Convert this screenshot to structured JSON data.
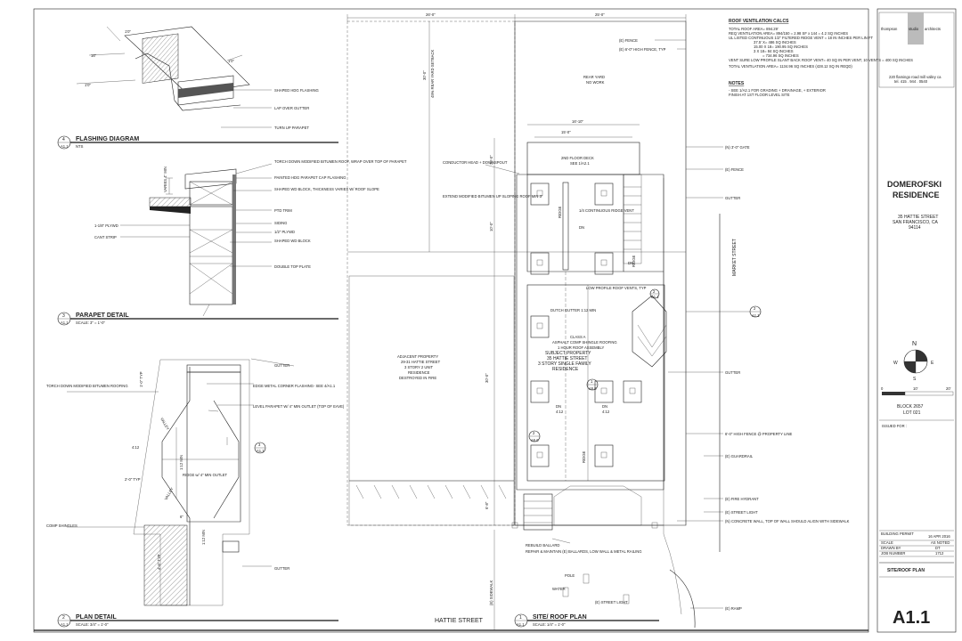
{
  "details": {
    "flashing": {
      "num": "4",
      "ref": "A1.1",
      "title": "FLASHING DIAGRAM",
      "scale": "NTS",
      "callouts": [
        "SHAPED HDG FLASHING",
        "LAP OVER GUTTER",
        "TURN UP PARAPET"
      ],
      "dims": [
        "1'0\"",
        "16\"",
        "1'0\"",
        "1'0\""
      ]
    },
    "parapet": {
      "num": "3",
      "ref": "A1.1",
      "title": "PARAPET DETAIL",
      "scale": "SCALE: 3\" = 1'-0\"",
      "callouts_right": [
        "TORCH DOWN MODIFIED BITUMEN ROOF, WRAP OVER TOP OF PARAPET",
        "PAINTED HDG PARAPET CAP FLASHING",
        "SHAPED WD BLOCK, THICKNESS VARIES W/ ROOF SLOPE",
        "PTD TRIM",
        "SIDING",
        "1/2\" PLYWD",
        "SHAPED WD BLOCK",
        "DOUBLE TOP PLATE"
      ],
      "callouts_left": [
        "1-1/8\" PLYWD",
        "CANT STRIP"
      ],
      "dim": "VARIES 4\" MIN"
    },
    "plan": {
      "num": "2",
      "ref": "A1.1",
      "title": "PLAN DETAIL",
      "scale": "SCALE: 3/4\" = 1'-0\"",
      "callouts_left": [
        "TORCH DOWN MODIFIED BITUMEN ROOFING",
        "COMP SHINGLES"
      ],
      "callouts_right": [
        "GUTTER",
        "EDGE METAL CORNER FLASHING- SEE 4/A1.1",
        "LEVEL PARAPET W/ 4\" MIN OUTLET (TOP OF EAVE)",
        "GUTTER"
      ],
      "inner": [
        "RIDGE w/ 4\" MIN OUTLET",
        "1:12 MIN",
        "1:12 MIN",
        "4:12",
        "VALLEY",
        "VALLEY",
        "2'-0\" TYP",
        "1'-0\" TYP",
        "4'-6\" TYP",
        "6\""
      ],
      "marker": {
        "num": "3",
        "ref": "A1.1"
      }
    }
  },
  "site": {
    "title": "SITE/ ROOF PLAN",
    "num": "1",
    "ref": "A1.1",
    "scale": "SCALE: 1/4\" = 1'-0\"",
    "top_dims": [
      "26'-0\"",
      "25'-0\""
    ],
    "setback": "45% REAR YARD SETBACK",
    "rear_yard": [
      "REAR YARD",
      "NO WORK"
    ],
    "deck": [
      "2ND FLOOR DECK",
      "SEE 1/A2.1"
    ],
    "adjacent": [
      "ADJACENT PROPERTY",
      "29-31 HATTIE STREET",
      "3 STORY 2 UNIT",
      "RESIDENCE",
      "DESTROYED IN FIRE"
    ],
    "subject": [
      "CLASS A",
      "ASPHALT COMP SHINGLE ROOFING",
      "1 HOUR ROOF ASSEMBLY",
      "SUBJECT PROPERTY",
      "35 HATTIE STREET",
      "3 STORY SINGLE FAMILY",
      "RESIDENCE"
    ],
    "left_notes": [
      "CONDUCTOR HEAD + DOWNSPOUT",
      "EXTEND MODIFIED BITUMEN UP SLOPING ROOF MIN 3'"
    ],
    "inner_notes": [
      "1/4 CONTINUOUS RIDGE VENT",
      "RIDGE",
      "DUTCH GUTTER 1:12 MIN",
      "LOW PROFILE ROOF VENTS, TYP",
      "RIDGE",
      "RIDGE",
      "DN",
      "DN",
      "DN",
      "DN",
      "4:12",
      "4:12"
    ],
    "right_notes": [
      "(E) FENCE",
      "(E) 6'-0\" HIGH FENCE, TYP",
      "(N) 3'-0\" GATE",
      "(E) FENCE",
      "GUTTER",
      "GUTTER",
      "6'-0\" HIGH FENCE @ PROPERTY LINE",
      "(E) GUARDRAIL",
      "(E) FIRE HYDRANT",
      "(E) STREET LIGHT",
      "(N) CONCRETE WALL, TOP OF WALL SHOULD ALIGN WITH SIDEWALK",
      "(E) RAMP"
    ],
    "bottom_notes": [
      "REBUILD BALLARD",
      "REPAIR & MAINTAIN (E) BALLARDS, LOW WALL & METAL RAILING",
      "POLE",
      "WATER",
      "(E) STREET LIGHT"
    ],
    "street": "HATTIE STREET",
    "side_street": "MARKET STREET",
    "sidewalk": "(E) SIDEWALK",
    "dims_inner": [
      "16'-10\"",
      "15'-0\"",
      "20'-0\"",
      "10'-0\"",
      "30'-0\"",
      "30'-0\"",
      "6'-8\""
    ],
    "markers": [
      {
        "num": "2",
        "ref": "A1.1"
      },
      {
        "num": "1",
        "ref": "A5.0"
      },
      {
        "num": "2",
        "ref": "A5.0"
      },
      {
        "num": "2",
        "ref": "A1.1"
      }
    ]
  },
  "notes": {
    "vent_title": "ROOF VENTILATION CALCS",
    "vent_lines": [
      "TOTAL ROOF AREA= 894.29'",
      "REQ VENTILATION AREA= 894/150 = 2.98 SF x 144 = 4.2 SQ INCHES",
      "UL LISTED CONTINUOUS 1/2\" FILTERED RIDGE VENT = 18 IN INCHES PER LIN FT",
      "37.5' X= 486 SQ INCHES",
      "15.00 X 18= 190.95 SQ INCHES",
      "3 X 18= 84 SQ INCHES",
      "= 734.96 SQ INCHES",
      "VENT SURE LOW PROFILE SLANT BACK ROOF VENT= 40 SQ IN PER VENT, 10 VENTS = 400 SQ INCHES",
      "TOTAL VENTILATION AREA= 1134.96 SQ INCHES (428.12 SQ IN REQD)"
    ],
    "notes_title": "NOTES",
    "notes_lines": [
      "- SEE 1/A2.1 FOR GRADING + DRAINAGE, + EXTERIOR",
      "FINISH AT 1ST FLOOR LEVEL SITE"
    ]
  },
  "titleblock": {
    "firm_a": "thompson",
    "firm_b": "studio",
    "firm_c": "architects",
    "address": "220 flamingo road  mill valley  ca",
    "phone": "tel. 415 . 944 . 0540",
    "project": [
      "DOMEROFSKI",
      "RESIDENCE"
    ],
    "proj_address": [
      "35 HATTIE STREET",
      "SAN FRANCISCO, CA",
      "94114"
    ],
    "compass": [
      "N",
      "W",
      "E",
      "S"
    ],
    "scalebar": [
      "0",
      "10'",
      "20'"
    ],
    "block": [
      "BLOCK 2657",
      "LOT 021"
    ],
    "issued": "ISSUED FOR :",
    "rows": [
      [
        "BUILDING PERMIT",
        "16 APR 2016"
      ],
      [
        "SCALE",
        "AS NOTED"
      ],
      [
        "DRAWN BY",
        "DT"
      ],
      [
        "JOB NUMBER",
        "1712"
      ]
    ],
    "sheet_title": "SITE/ROOF PLAN",
    "sheet_num": "A1.1"
  }
}
